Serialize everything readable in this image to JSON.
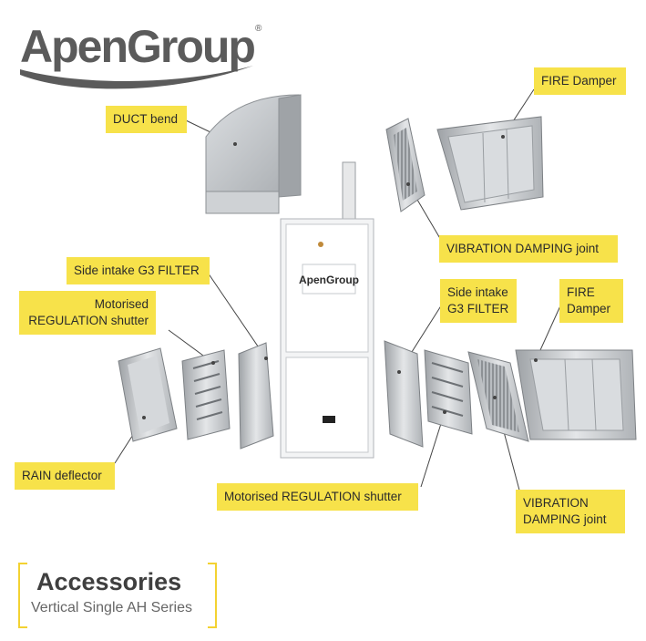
{
  "brand": {
    "logo_text": "ApenGroup",
    "logo_mark": "®",
    "unit_badge": "ApenGroup"
  },
  "callouts": {
    "duct_bend": "DUCT bend",
    "fire_damper_top": "FIRE Damper",
    "vibration_top": "VIBRATION DAMPING joint",
    "side_filter_left": "Side intake G3 FILTER",
    "motorised_left": [
      "Motorised",
      "REGULATION shutter"
    ],
    "side_filter_right": [
      "Side intake",
      "G3 FILTER"
    ],
    "fire_damper_right": [
      "FIRE",
      "Damper"
    ],
    "rain_deflector": "RAIN deflector",
    "motorised_bottom": "Motorised REGULATION shutter",
    "vibration_bottom": [
      "VIBRATION",
      "DAMPING joint"
    ]
  },
  "footer": {
    "title": "Accessories",
    "subtitle": "Vertical Single AH Series"
  },
  "colors": {
    "callout_bg": "#f7e24a",
    "bracket": "#f3d232",
    "logo_gray": "#5b5b5b",
    "metal": "#c9cccf"
  }
}
